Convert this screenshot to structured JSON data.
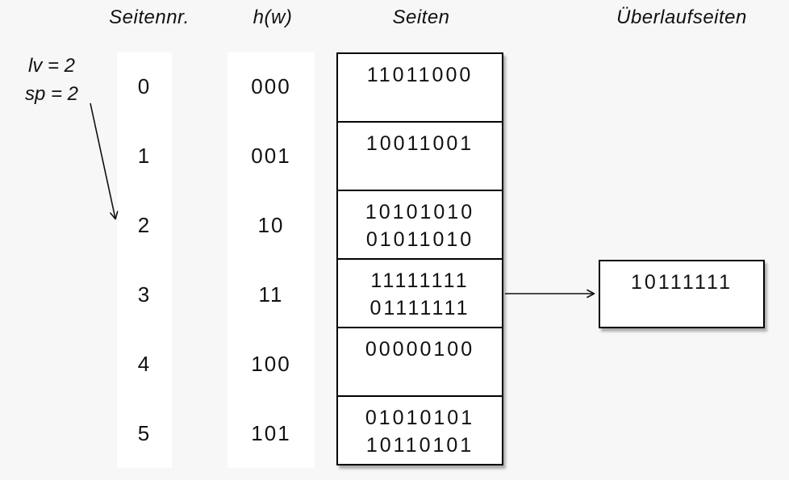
{
  "headers": {
    "col1": "Seitennr.",
    "col2": "h(w)",
    "col3": "Seiten",
    "col4": "Überlaufseiten"
  },
  "annotation": {
    "line1": "lv = 2",
    "line2": "sp = 2"
  },
  "rows": [
    {
      "nr": "0",
      "hash": "000",
      "line1": "11011000",
      "line2": ""
    },
    {
      "nr": "1",
      "hash": "001",
      "line1": "10011001",
      "line2": ""
    },
    {
      "nr": "2",
      "hash": "10",
      "line1": "10101010",
      "line2": "01011010"
    },
    {
      "nr": "3",
      "hash": "11",
      "line1": "11111111",
      "line2": "01111111"
    },
    {
      "nr": "4",
      "hash": "100",
      "line1": "00000100",
      "line2": ""
    },
    {
      "nr": "5",
      "hash": "101",
      "line1": "01010101",
      "line2": "10110101"
    }
  ],
  "overflow": {
    "line1": "10111111"
  },
  "colors": {
    "background": "#f7f7f7",
    "surface": "#ffffff",
    "border": "#000000",
    "text": "#111111"
  }
}
